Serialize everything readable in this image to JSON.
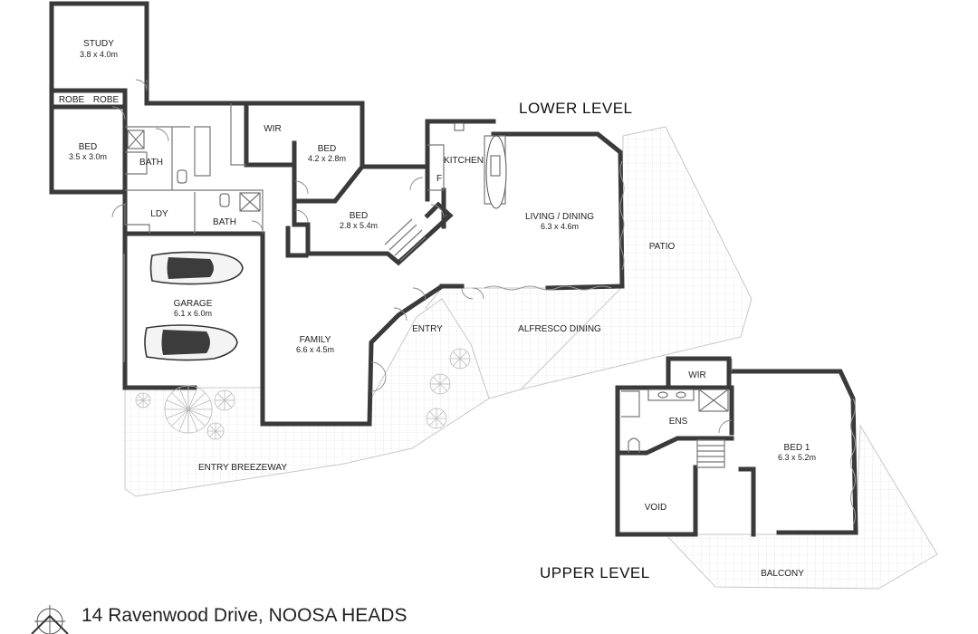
{
  "levels": {
    "lower": "LOWER LEVEL",
    "upper": "UPPER LEVEL"
  },
  "rooms": {
    "study": {
      "name": "STUDY",
      "dim": "3.8 x 4.0m"
    },
    "robe1": {
      "name": "ROBE"
    },
    "robe2": {
      "name": "ROBE"
    },
    "bed_sw": {
      "name": "BED",
      "dim": "3.5 x 3.0m"
    },
    "bath1": {
      "name": "BATH"
    },
    "ldy": {
      "name": "LDY"
    },
    "bath2": {
      "name": "BATH"
    },
    "wir_lower": {
      "name": "WIR"
    },
    "bed_mid": {
      "name": "BED",
      "dim": "4.2 x 2.8m"
    },
    "bed_low": {
      "name": "BED",
      "dim": "2.8 x 5.4m"
    },
    "kitchen": {
      "name": "KITCHEN"
    },
    "fridge": {
      "name": "F"
    },
    "living": {
      "name": "LIVING / DINING",
      "dim": "6.3 x 4.6m"
    },
    "patio": {
      "name": "PATIO"
    },
    "garage": {
      "name": "GARAGE",
      "dim": "6.1 x 6.0m"
    },
    "family": {
      "name": "FAMILY",
      "dim": "6.6 x 4.5m"
    },
    "entry": {
      "name": "ENTRY"
    },
    "alfresco": {
      "name": "ALFRESCO DINING"
    },
    "breezeway": {
      "name": "ENTRY BREEZEWAY"
    },
    "wir_upper": {
      "name": "WIR"
    },
    "ens": {
      "name": "ENS"
    },
    "bed1": {
      "name": "BED 1",
      "dim": "6.3 x 5.2m"
    },
    "void": {
      "name": "VOID"
    },
    "balcony": {
      "name": "BALCONY"
    }
  },
  "address": "14 Ravenwood Drive, NOOSA HEADS",
  "icons": [
    "compass-icon",
    "car-icon",
    "plant-icon"
  ]
}
